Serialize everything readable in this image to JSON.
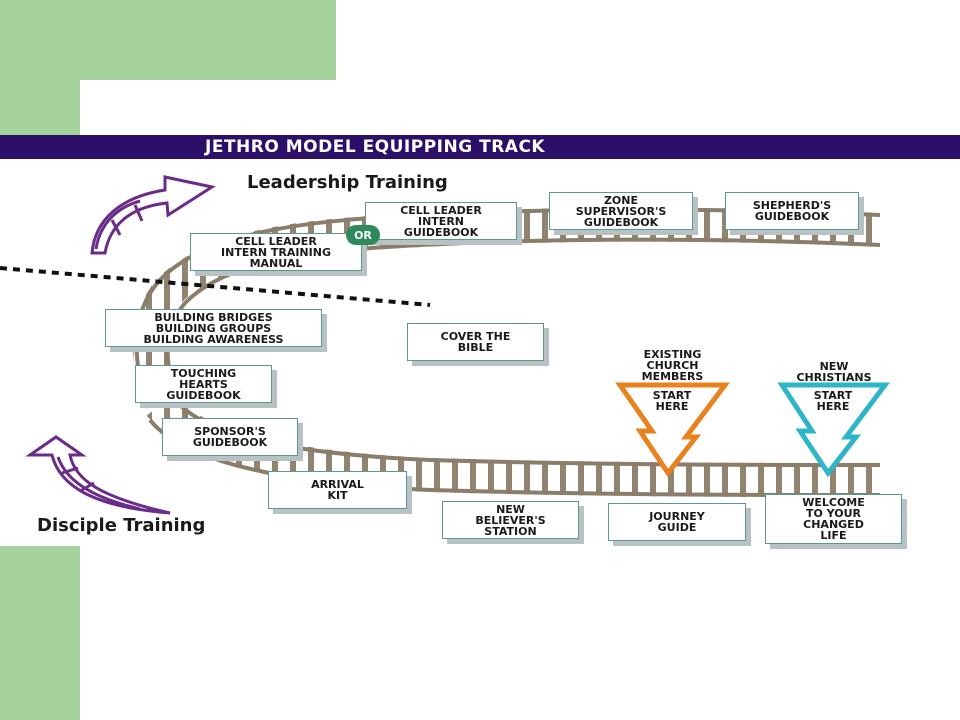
{
  "title": "JETHRO MODEL EQUIPPING TRACK",
  "sections": {
    "leadership": "Leadership Training",
    "disciple": "Disciple Training"
  },
  "or_label": "OR",
  "boxes": {
    "cell_leader_manual": "CELL LEADER\nINTERN TRAINING\nMANUAL",
    "cell_leader_guidebook": "CELL LEADER\nINTERN\nGUIDEBOOK",
    "zone_supervisor": "ZONE\nSUPERVISOR'S\nGUIDEBOOK",
    "shepherd": "SHEPHERD'S\nGUIDEBOOK",
    "building": "BUILDING BRIDGES\nBUILDING GROUPS\nBUILDING AWARENESS",
    "cover_bible": "COVER THE\nBIBLE",
    "touching_hearts": "TOUCHING\nHEARTS\nGUIDEBOOK",
    "sponsor": "SPONSOR'S\nGUIDEBOOK",
    "arrival_kit": "ARRIVAL\nKIT",
    "new_believer": "NEW\nBELIEVER'S\nSTATION",
    "journey_guide": "JOURNEY\nGUIDE",
    "welcome": "WELCOME\nTO YOUR\nCHANGED\nLIFE"
  },
  "entry_points": {
    "existing": {
      "label": "EXISTING\nCHURCH\nMEMBERS",
      "arrow_text": "START\nHERE",
      "color": "#e8821e"
    },
    "new": {
      "label": "NEW\nCHRISTIANS",
      "arrow_text": "START\nHERE",
      "color": "#2eb5c8"
    }
  },
  "colors": {
    "title_bar": "#2c0f68",
    "track": "#8a7d6a",
    "arrow_purple": "#6a2c8a",
    "slide_green": "#a3d09b"
  }
}
